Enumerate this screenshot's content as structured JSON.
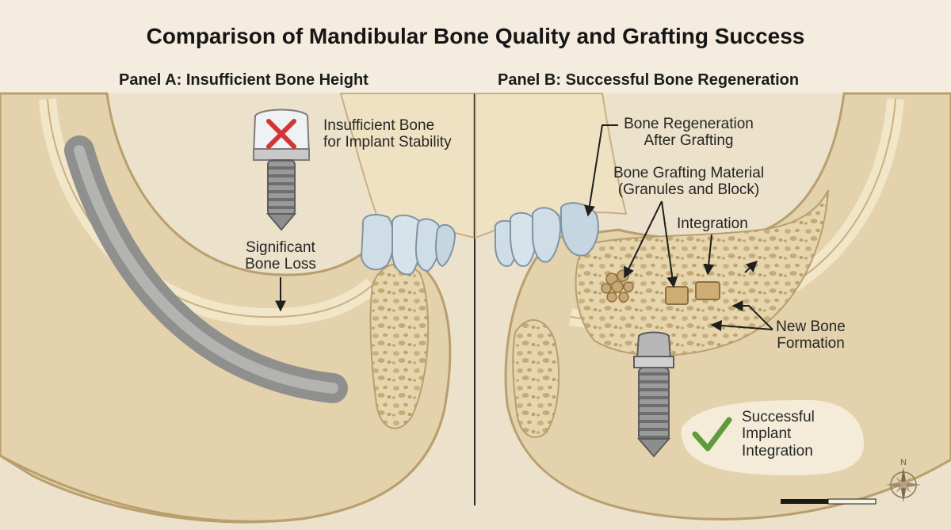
{
  "title": "Comparison of Mandibular Bone Quality and Grafting Success",
  "panel_a": {
    "title": "Panel A: Insufficient Bone Height",
    "label_insufficient_line1": "Insufficient Bone",
    "label_insufficient_line2": "for Implant Stability",
    "label_loss_line1": "Significant",
    "label_loss_line2": "Bone Loss"
  },
  "panel_b": {
    "title": "Panel B: Successful Bone Regeneration",
    "label_regen_line1": "Bone Regeneration",
    "label_regen_line2": "After Grafting",
    "label_material_line1": "Bone Grafting Material",
    "label_material_line2": "(Granules and Block)",
    "label_integration": "Integration",
    "label_newbone_line1": "New Bone",
    "label_newbone_line2": "Formation",
    "label_success_line1": "Successful",
    "label_success_line2": "Implant",
    "label_success_line3": "Integration"
  },
  "compass": {
    "north": "N"
  },
  "colors": {
    "background": "#f3ecdf",
    "bone_outer": "#e3d2ac",
    "bone_inner": "#efe2c2",
    "cancellous": "#dcc796",
    "nerve_canal": "#9c9c9a",
    "tooth": "#cfdde6",
    "implant": "#8f8f8f",
    "cross_red": "#d33434",
    "check_green": "#5f9b3a"
  }
}
